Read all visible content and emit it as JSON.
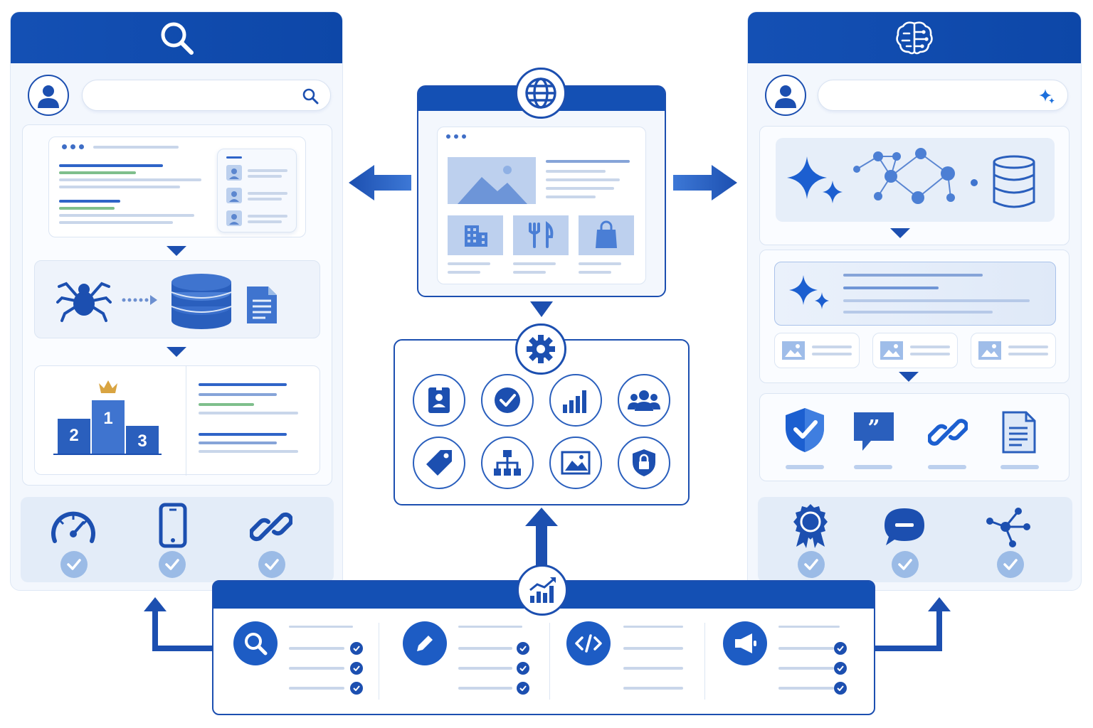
{
  "colors": {
    "primary": "#1450b4",
    "panel": "#f3f7fd",
    "accent_green": "#7fbf8c",
    "crown": "#d9a441",
    "check": "#9bbbe6"
  },
  "search_engine_panel": {
    "header_icon": "magnifier-icon",
    "search": {
      "value": "",
      "icon": "search-icon"
    },
    "results_page": {
      "result_icons": [
        "user-photo-icon",
        "user-photo-icon",
        "user-photo-icon"
      ]
    },
    "crawl_row": {
      "icons": [
        "spider-icon",
        "database-icon",
        "document-icon"
      ]
    },
    "ranking": {
      "places": [
        "2",
        "1",
        "3"
      ]
    },
    "checks": [
      "speed-gauge-icon",
      "mobile-phone-icon",
      "link-icon"
    ]
  },
  "website_panel": {
    "hub_icon": "globe-icon",
    "categories": [
      "building-icon",
      "fork-knife-icon",
      "shopping-bag-icon"
    ]
  },
  "settings_panel": {
    "hub_icon": "gear-icon",
    "features": [
      "id-card-icon",
      "check-circle-icon",
      "bar-chart-icon",
      "users-icon",
      "tag-icon",
      "sitemap-icon",
      "image-icon",
      "shield-lock-icon"
    ]
  },
  "ai_panel": {
    "header_icon": "brain-circuit-icon",
    "search": {
      "value": "",
      "icon": "sparkle-icon"
    },
    "signals": [
      "shield-check-icon",
      "quote-bubble-icon",
      "link-icon",
      "document-icon"
    ],
    "checks": [
      "award-badge-icon",
      "chat-bubble-icon",
      "network-icon"
    ]
  },
  "toolbar": {
    "hub_icon": "growth-chart-icon",
    "tools": [
      "search-icon",
      "pencil-icon",
      "code-icon",
      "megaphone-icon"
    ]
  }
}
